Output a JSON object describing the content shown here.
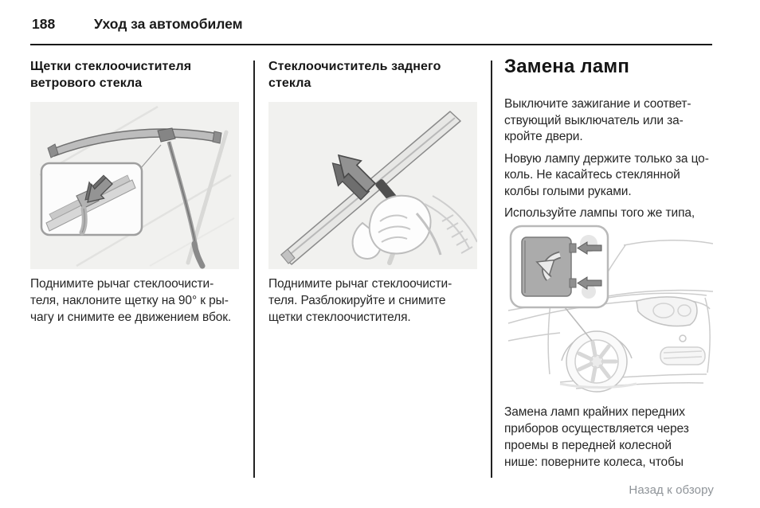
{
  "page": {
    "number": "188",
    "title": "Уход за автомобилем"
  },
  "columns": {
    "wiper_front": {
      "heading": "Щетки стеклоочистителя\nветрового стекла",
      "illustration": "windshield-wiper-blade-with-removal-inset",
      "caption": "Поднимите рычаг стеклоочисти-\nтеля, наклоните щетку на 90° к ры-\nчагу и снимите ее движением вбок."
    },
    "wiper_rear": {
      "heading": "Стеклоочиститель заднего\nстекла",
      "illustration": "hand-removing-rear-wiper-blade",
      "caption": "Поднимите рычаг стеклоочисти-\nтеля. Разблокируйте и снимите\nщетки стеклоочистителя."
    },
    "lamps": {
      "heading": "Замена ламп",
      "paragraphs": [
        "Выключите зажигание и соответ-\nствующий выключатель или за-\nкройте двери.",
        "Новую лампу держите только за цо-\nколь. Не касайтесь стеклянной\nколбы голыми руками.",
        "Используйте лампы того же типа,\nчто и заменяемые.",
        "Замена ламп крайних передних\nприборов осуществляется через\nпроемы в передней колесной\nнише: поверните колеса, чтобы"
      ],
      "illustration": "car-front-quarter-with-lamp-access-panel-inset"
    }
  },
  "footer": {
    "back_link": "Назад к обзору"
  },
  "colors": {
    "text": "#262626",
    "heading": "#161616",
    "rule": "#191919",
    "link": "#8f9499",
    "illustration_background": "#f1f1ef"
  }
}
